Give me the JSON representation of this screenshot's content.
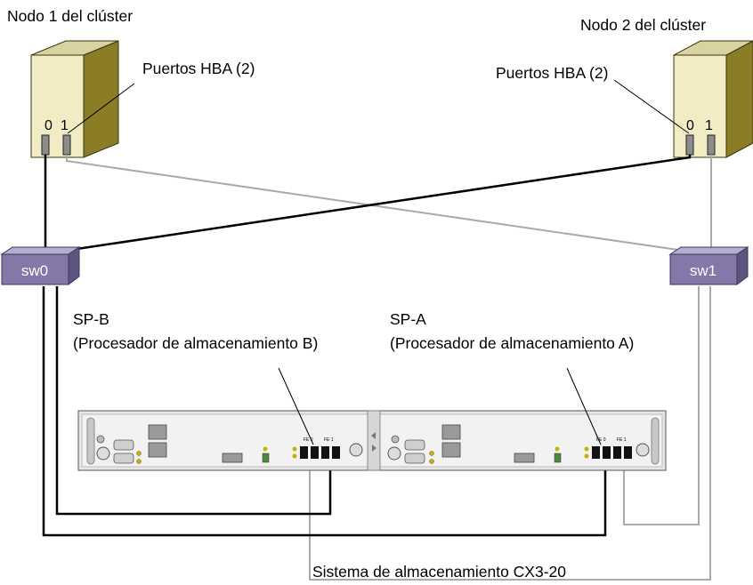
{
  "nodes": {
    "node1": {
      "title": "Nodo 1 del clúster",
      "hba_label": "Puertos HBA (2)",
      "port0": "0",
      "port1": "1"
    },
    "node2": {
      "title": "Nodo 2 del clúster",
      "hba_label": "Puertos HBA (2)",
      "port0": "0",
      "port1": "1"
    }
  },
  "switches": {
    "sw0": "sw0",
    "sw1": "sw1"
  },
  "processors": {
    "spb": {
      "name": "SP-B",
      "desc": "(Procesador de almacenamiento B)"
    },
    "spa": {
      "name": "SP-A",
      "desc": "(Procesador de almacenamiento A)"
    }
  },
  "storage": {
    "title": "Sistema de almacenamiento CX3-20",
    "fe0": "FE 0",
    "fe1": "FE 1"
  },
  "colors": {
    "tower_front": "#f1ecc4",
    "tower_side": "#8a7d25",
    "switch_fill": "#8478a8",
    "cable_dark": "#000000",
    "cable_light": "#aaaaaa"
  }
}
